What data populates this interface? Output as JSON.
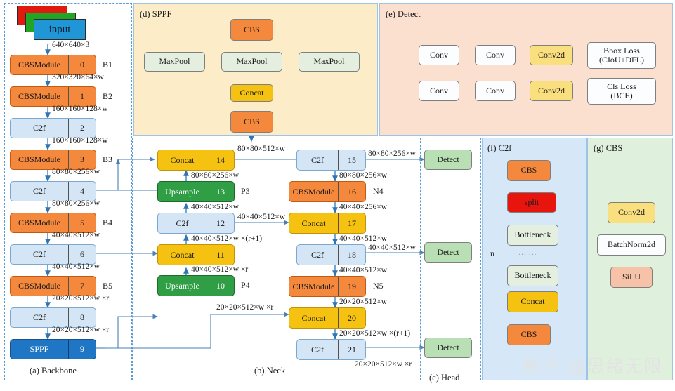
{
  "panels": {
    "backbone": {
      "caption": "(a) Backbone"
    },
    "neck": {
      "caption": "(b) Neck"
    },
    "head": {
      "caption": "(c) Head"
    },
    "sppf": {
      "title": "(d) SPPF"
    },
    "detect": {
      "title": "(e) Detect"
    },
    "c2f": {
      "title": "(f) C2f"
    },
    "cbs": {
      "title": "(g) CBS"
    }
  },
  "backbone": {
    "input_label": "input",
    "nodes": [
      {
        "label": "CBSModule",
        "index": "0",
        "tag": "B1"
      },
      {
        "label": "CBSModule",
        "index": "1",
        "tag": "B2"
      },
      {
        "label": "C2f",
        "index": "2",
        "tag": ""
      },
      {
        "label": "CBSModule",
        "index": "3",
        "tag": "B3"
      },
      {
        "label": "C2f",
        "index": "4",
        "tag": ""
      },
      {
        "label": "CBSModule",
        "index": "5",
        "tag": "B4"
      },
      {
        "label": "C2f",
        "index": "6",
        "tag": ""
      },
      {
        "label": "CBSModule",
        "index": "7",
        "tag": "B5"
      },
      {
        "label": "C2f",
        "index": "8",
        "tag": ""
      },
      {
        "label": "SPPF",
        "index": "9",
        "tag": ""
      }
    ],
    "dims": [
      "640×640×3",
      "320×320×64×w",
      "160×160×128×w",
      "160×160×128×w",
      "80×80×256×w",
      "80×80×256×w",
      "40×40×512×w",
      "40×40×512×w",
      "20×20×512×w ×r",
      "20×20×512×w ×r"
    ]
  },
  "neck": {
    "nodes": [
      {
        "label": "Concat",
        "index": "14",
        "tag": ""
      },
      {
        "label": "Upsample",
        "index": "13",
        "tag": "P3"
      },
      {
        "label": "C2f",
        "index": "12",
        "tag": ""
      },
      {
        "label": "Concat",
        "index": "11",
        "tag": ""
      },
      {
        "label": "Upsample",
        "index": "10",
        "tag": "P4"
      },
      {
        "label": "C2f",
        "index": "15",
        "tag": ""
      },
      {
        "label": "CBSModule",
        "index": "16",
        "tag": "N4"
      },
      {
        "label": "Concat",
        "index": "17",
        "tag": ""
      },
      {
        "label": "C2f",
        "index": "18",
        "tag": ""
      },
      {
        "label": "CBSModule",
        "index": "19",
        "tag": "N5"
      },
      {
        "label": "Concat",
        "index": "20",
        "tag": ""
      },
      {
        "label": "C2f",
        "index": "21",
        "tag": ""
      }
    ],
    "dims": {
      "concat14_out": "80×80×512×w",
      "up13_out": "80×80×256×w",
      "c2f12_up": "40×40×512×w",
      "c2f12_right": "40×40×512×w",
      "concat11_out": "40×40×512×w ×(r+1)",
      "up10_out": "40×40×512×w ×r",
      "sppf_to_concat20": "20×20×512×w ×r",
      "c2f15_right": "80×80×256×w",
      "c2f15_down": "80×80×256×w",
      "cbs16_out": "40×40×256×w",
      "concat17_out": "40×40×512×w",
      "c2f18_right": "40×40×512×w",
      "c2f18_down": "40×40×512×w",
      "cbs19_out": "20×20×512×w",
      "concat20_out": "20×20×512×w ×(r+1)",
      "c2f21_out": "20×20×512×w ×r"
    }
  },
  "head": {
    "detect_label": "Detect",
    "detects": [
      "Detect",
      "Detect",
      "Detect"
    ]
  },
  "sppf": {
    "cbs_top": "CBS",
    "maxpools": [
      "MaxPool",
      "MaxPool",
      "MaxPool"
    ],
    "concat": "Concat",
    "cbs_bottom": "CBS"
  },
  "detect_detail": {
    "row1": [
      "Conv",
      "Conv",
      "Conv2d"
    ],
    "row2": [
      "Conv",
      "Conv",
      "Conv2d"
    ],
    "bbox_loss_line1": "Bbox Loss",
    "bbox_loss_line2": "(CIoU+DFL)",
    "cls_loss_line1": "Cls Loss",
    "cls_loss_line2": "(BCE)"
  },
  "c2f_detail": {
    "cbs_top": "CBS",
    "split": "split",
    "bottleneck_top": "Bottleneck",
    "ellipsis": "··· ···",
    "bottleneck_bottom": "Bottleneck",
    "n_label": "n",
    "concat": "Concat",
    "cbs_bottom": "CBS"
  },
  "cbs_detail": {
    "conv2d": "Conv2d",
    "batchnorm": "BatchNorm2d",
    "silu": "SiLU"
  },
  "watermark": "知乎 @思绪无限",
  "colors": {
    "orange": "#f4883c",
    "light_blue": "#d4e5f5",
    "blue": "#1f76c4",
    "green": "#2f9e44",
    "yellow": "#f5c211",
    "mint": "#b9dfb4",
    "red": "#e8150f",
    "arrow": "#2e75b6",
    "sppf_bg": "#fdecc8",
    "detect_bg": "#fbe0d0",
    "c2f_bg": "#d6e8f7",
    "cbs_bg": "#dff0dc"
  }
}
